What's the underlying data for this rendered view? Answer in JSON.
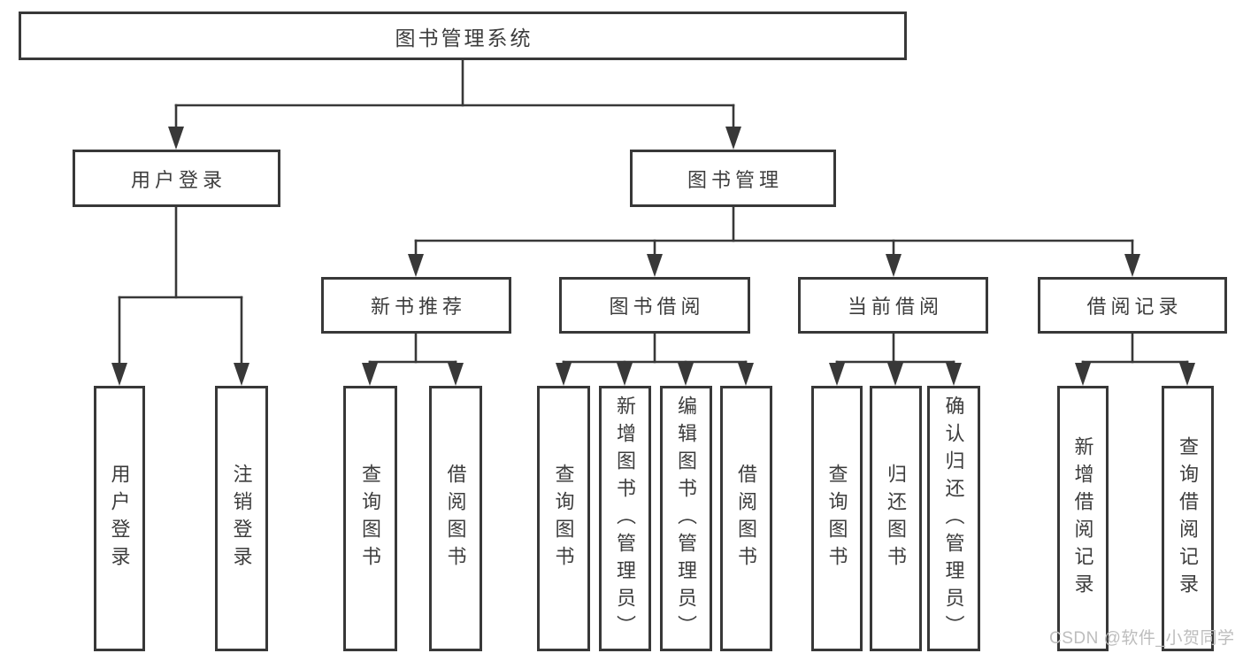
{
  "tree": {
    "label": "图书管理系统",
    "children": [
      {
        "label": "用户登录",
        "children": [
          {
            "label": "用户登录"
          },
          {
            "label": "注销登录"
          }
        ]
      },
      {
        "label": "图书管理",
        "children": [
          {
            "label": "新书推荐",
            "children": [
              {
                "label": "查询图书"
              },
              {
                "label": "借阅图书"
              }
            ]
          },
          {
            "label": "图书借阅",
            "children": [
              {
                "label": "查询图书"
              },
              {
                "label": "新增图书（管理员）"
              },
              {
                "label": "编辑图书（管理员）"
              },
              {
                "label": "借阅图书"
              }
            ]
          },
          {
            "label": "当前借阅",
            "children": [
              {
                "label": "查询图书"
              },
              {
                "label": "归还图书"
              },
              {
                "label": "确认归还（管理员）"
              }
            ]
          },
          {
            "label": "借阅记录",
            "children": [
              {
                "label": "新增借阅记录"
              },
              {
                "label": "查询借阅记录"
              }
            ]
          }
        ]
      }
    ]
  },
  "watermark": {
    "text": "CSDN @软件_小贺同学"
  },
  "colors": {
    "line": "#383838",
    "text": "#3d3d3d",
    "box_background": "#ffffff",
    "watermark": "#bdbdbd",
    "page_background": "#ffffff"
  }
}
